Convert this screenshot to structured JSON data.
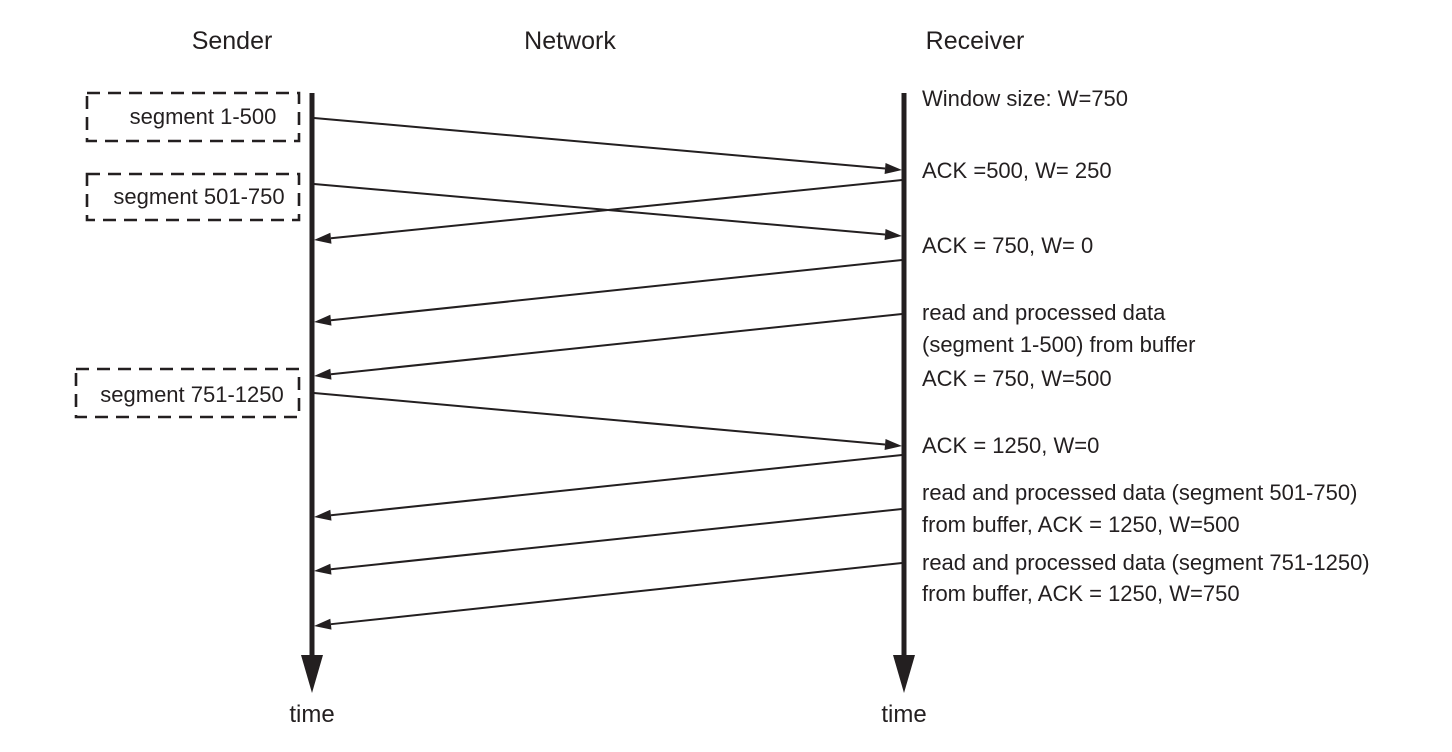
{
  "headers": {
    "sender": "Sender",
    "network": "Network",
    "receiver": "Receiver"
  },
  "time_labels": {
    "sender": "time",
    "receiver": "time"
  },
  "segments": [
    {
      "label": "segment 1-500"
    },
    {
      "label": "segment 501-750"
    },
    {
      "label": "segment 751-1250"
    }
  ],
  "receiver_notes": [
    {
      "lines": [
        "Window size: W=750"
      ]
    },
    {
      "lines": [
        "ACK =500, W= 250"
      ]
    },
    {
      "lines": [
        "ACK = 750, W= 0"
      ]
    },
    {
      "lines": [
        "read and processed data",
        "(segment 1-500) from buffer",
        "ACK = 750, W=500"
      ]
    },
    {
      "lines": [
        "ACK = 1250, W=0"
      ]
    },
    {
      "lines": [
        "read and processed data (segment  501-750)",
        "from buffer, ACK = 1250, W=500"
      ]
    },
    {
      "lines": [
        "read and processed data (segment 751-1250)",
        "from buffer, ACK = 1250, W=750"
      ]
    }
  ],
  "messages": [
    {
      "direction": "sender-to-receiver"
    },
    {
      "direction": "sender-to-receiver"
    },
    {
      "direction": "receiver-to-sender"
    },
    {
      "direction": "receiver-to-sender"
    },
    {
      "direction": "receiver-to-sender"
    },
    {
      "direction": "sender-to-receiver"
    },
    {
      "direction": "receiver-to-sender"
    },
    {
      "direction": "receiver-to-sender"
    },
    {
      "direction": "receiver-to-sender"
    }
  ],
  "colors": {
    "ink": "#231f20",
    "background": "#ffffff"
  }
}
